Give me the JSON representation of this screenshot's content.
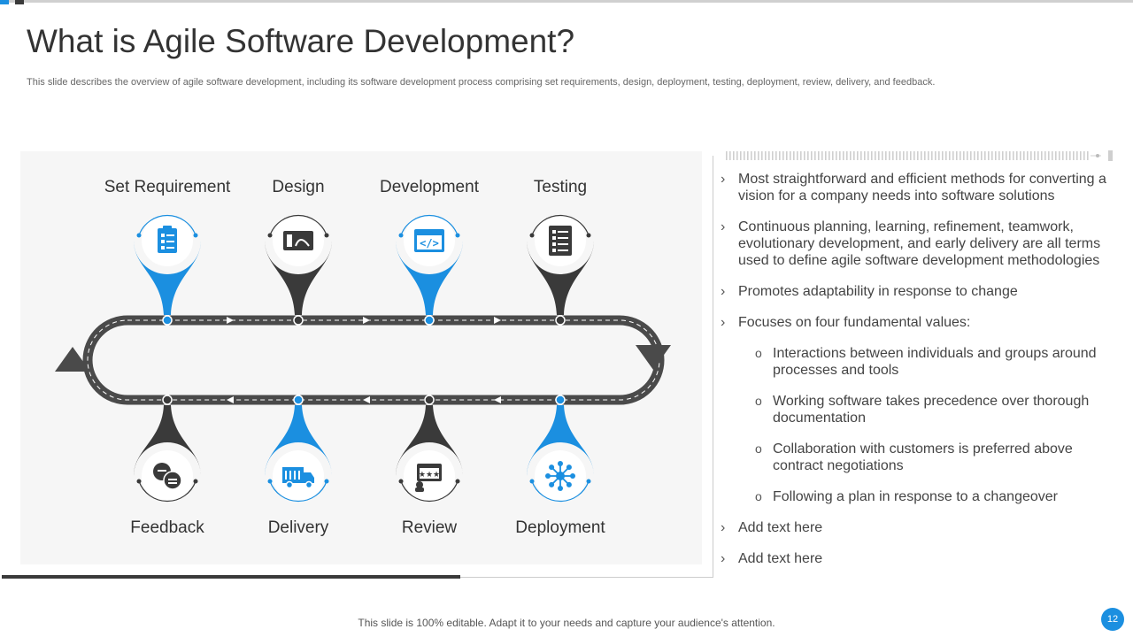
{
  "slide": {
    "title": "What is Agile Software Development?",
    "subtitle": "This slide describes the overview of agile software development, including its software development process comprising set requirements, design, deployment, testing, deployment, review, delivery, and feedback.",
    "footer": "This slide is 100% editable. Adapt it to your needs and capture your audience's attention.",
    "page_number": "12"
  },
  "colors": {
    "blue": "#1b8fe0",
    "dark": "#3a3a3a",
    "panel": "#f6f6f6"
  },
  "steps_top": [
    {
      "label": "Set Requirement",
      "icon": "clipboard-checklist-icon",
      "color": "blue"
    },
    {
      "label": "Design",
      "icon": "design-board-icon",
      "color": "dark"
    },
    {
      "label": "Development",
      "icon": "code-window-icon",
      "color": "blue"
    },
    {
      "label": "Testing",
      "icon": "test-document-icon",
      "color": "dark"
    }
  ],
  "steps_bottom": [
    {
      "label": "Feedback",
      "icon": "chat-bubbles-icon",
      "color": "dark"
    },
    {
      "label": "Delivery",
      "icon": "delivery-truck-icon",
      "color": "blue"
    },
    {
      "label": "Review",
      "icon": "review-screen-icon",
      "color": "dark"
    },
    {
      "label": "Deployment",
      "icon": "network-nodes-icon",
      "color": "blue"
    }
  ],
  "bullets": [
    {
      "level": 1,
      "text": "Most straightforward and efficient methods for converting a vision for a company needs into software solutions"
    },
    {
      "level": 1,
      "text": "Continuous planning, learning, refinement, teamwork, evolutionary development, and early delivery are all terms used to define agile software development methodologies"
    },
    {
      "level": 1,
      "text": "Promotes adaptability in response to change"
    },
    {
      "level": 1,
      "text": "Focuses on four fundamental values:"
    },
    {
      "level": 2,
      "text": "Interactions between individuals and groups around processes and tools"
    },
    {
      "level": 2,
      "text": "Working software takes precedence over thorough documentation"
    },
    {
      "level": 2,
      "text": "Collaboration with customers is preferred above contract negotiations"
    },
    {
      "level": 2,
      "text": "Following a plan in response to a changeover"
    },
    {
      "level": 1,
      "text": "Add text here"
    },
    {
      "level": 1,
      "text": "Add text here"
    }
  ],
  "marks": {
    "level1": "›",
    "level2": "o"
  }
}
